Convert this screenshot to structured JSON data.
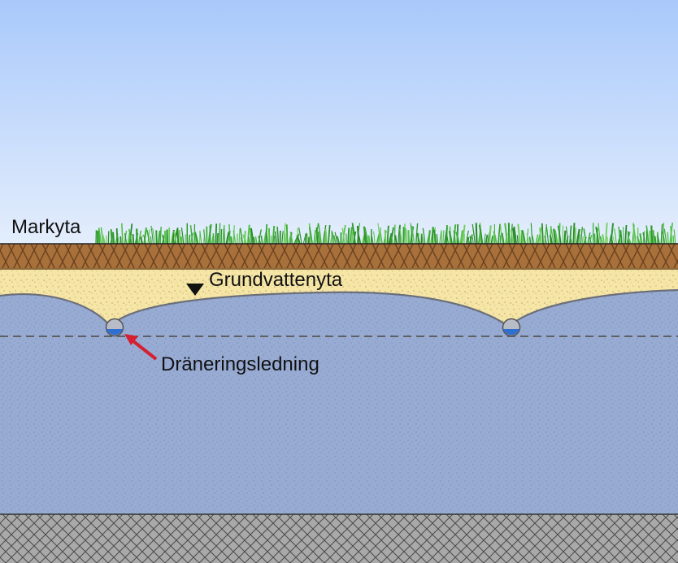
{
  "labels": {
    "ground_surface": "Markyta",
    "groundwater_surface": "Grundvattenyta",
    "drain_pipe": "Dräneringsledning"
  },
  "colors": {
    "sky_top": "#a9c9fb",
    "sky_bottom": "#e4eefc",
    "grass": "#3fae38",
    "topsoil": "#a8703a",
    "topsoil_hatch": "#6b4320",
    "sand": "#f6e6a6",
    "sand_dots": "#b8a070",
    "groundwater": "#98abd3",
    "groundwater_dots": "#6f83ad",
    "bedrock": "#a9a9a9",
    "bedrock_hatch": "#4a4a4a",
    "pipe": "#b8bcc6",
    "pipe_water": "#2f6fd0",
    "arrow": "#d42030",
    "dashed_line": "#555555"
  },
  "icons": {
    "water_table_marker": "triangle-down-icon",
    "pointer": "arrow-icon"
  }
}
